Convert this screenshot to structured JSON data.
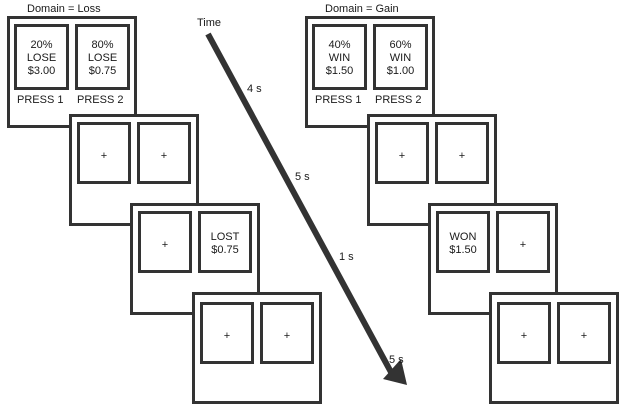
{
  "loss": {
    "domain_label": "Domain = Loss",
    "choice": {
      "left_card": [
        "20%",
        "LOSE",
        "$3.00"
      ],
      "right_card": [
        "80%",
        "LOSE",
        "$0.75"
      ],
      "press_left": "PRESS 1",
      "press_right": "PRESS 2"
    },
    "fixation": {
      "left": "+",
      "right": "+"
    },
    "outcome": {
      "left": "+",
      "right": [
        "LOST",
        "$0.75"
      ]
    },
    "final": {
      "left": "+",
      "right": "+"
    }
  },
  "gain": {
    "domain_label": "Domain = Gain",
    "choice": {
      "left_card": [
        "40%",
        "WIN",
        "$1.50"
      ],
      "right_card": [
        "60%",
        "WIN",
        "$1.00"
      ],
      "press_left": "PRESS 1",
      "press_right": "PRESS 2"
    },
    "fixation": {
      "left": "+",
      "right": "+"
    },
    "outcome": {
      "left": [
        "WON",
        "$1.50"
      ],
      "right": "+"
    },
    "final": {
      "left": "+",
      "right": "+"
    }
  },
  "timeline": {
    "label": "Time",
    "durations": [
      "4 s",
      "5 s",
      "1 s",
      "5 s"
    ],
    "arrow_color": "#333333"
  }
}
